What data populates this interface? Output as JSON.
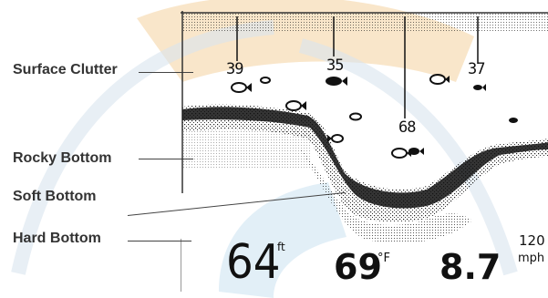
{
  "labels": {
    "surface_clutter": "Surface Clutter",
    "rocky_bottom": "Rocky Bottom",
    "soft_bottom": "Soft Bottom",
    "hard_bottom": "Hard Bottom"
  },
  "fish_depths": [
    "39",
    "35",
    "68",
    "37"
  ],
  "readouts": {
    "depth_value": "64",
    "depth_unit": "ft",
    "temp_value": "69",
    "temp_unit": "°F",
    "speed_value": "8.7",
    "speed_unit": "mph",
    "range_max": "120"
  },
  "colors": {
    "ink": "#111111",
    "watermark_orange": "#f6d3a0",
    "watermark_blue": "#cfe3f2"
  }
}
